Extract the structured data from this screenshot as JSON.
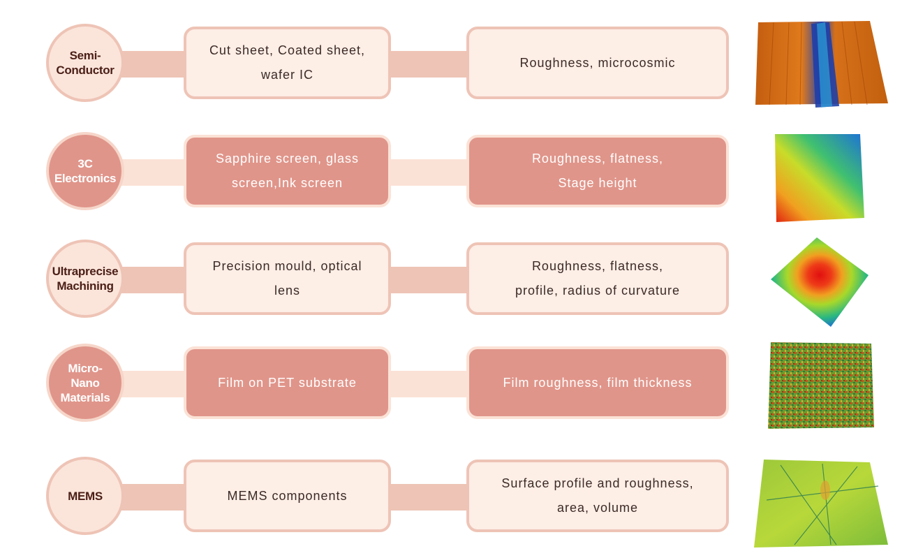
{
  "rows": [
    {
      "category": [
        "Semi-",
        "Conductor"
      ],
      "samples": [
        "Cut sheet, Coated sheet,",
        "wafer IC"
      ],
      "measurements": [
        "Roughness, microcosmic"
      ],
      "style": "light",
      "thumbnail": "semiconductor-surface-map"
    },
    {
      "category": [
        "3C",
        "Electronics"
      ],
      "samples": [
        "Sapphire screen, glass",
        "screen,Ink screen"
      ],
      "measurements": [
        "Roughness, flatness,",
        "Stage height"
      ],
      "style": "dark",
      "thumbnail": "flatness-gradient-map"
    },
    {
      "category": [
        "Ultraprecise",
        "Machining"
      ],
      "samples": [
        "Precision mould, optical",
        "lens"
      ],
      "measurements": [
        "Roughness, flatness,",
        "profile, radius of curvature"
      ],
      "style": "light",
      "thumbnail": "curvature-dome-map"
    },
    {
      "category": [
        "Micro-",
        "Nano",
        "Materials"
      ],
      "samples": [
        "Film on PET substrate"
      ],
      "measurements": [
        "Film roughness, film thickness"
      ],
      "style": "dark",
      "thumbnail": "film-texture-map"
    },
    {
      "category": [
        "MEMS"
      ],
      "samples": [
        "MEMS components"
      ],
      "measurements": [
        "Surface profile and roughness,",
        "area, volume"
      ],
      "style": "light",
      "thumbnail": "mems-surface-map"
    }
  ],
  "colors": {
    "light_fill": "#fdeee6",
    "light_border": "#eec4b6",
    "dark_fill": "#e0958a",
    "dark_border": "#fbe2d6",
    "text_dark": "#3b2a26"
  }
}
